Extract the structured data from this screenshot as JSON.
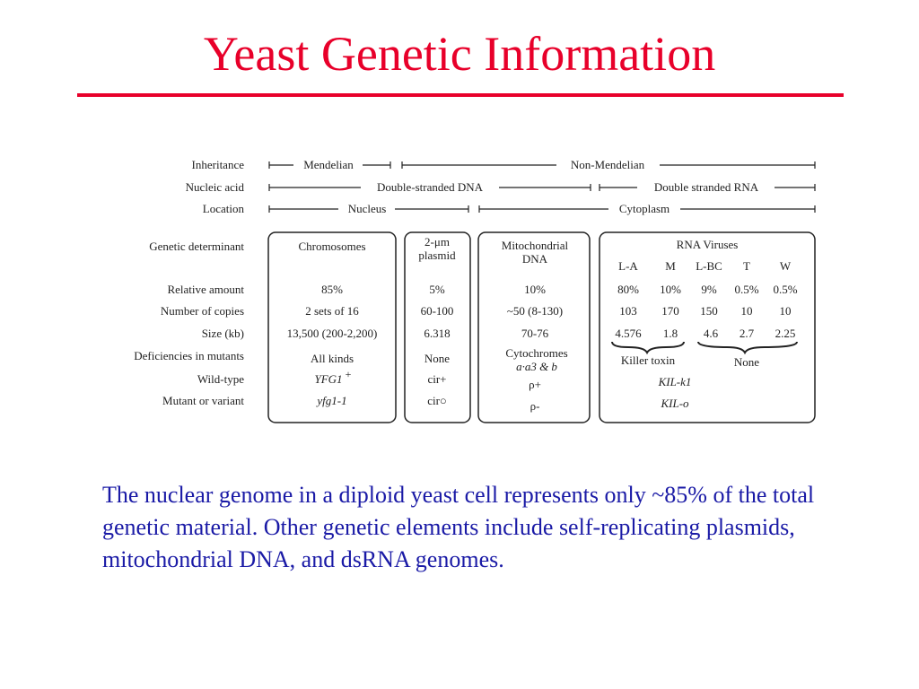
{
  "title": "Yeast Genetic Information",
  "colors": {
    "title": "#e8002a",
    "body": "#1a1aa6"
  },
  "row_labels": {
    "inheritance": "Inheritance",
    "nucleic_acid": "Nucleic acid",
    "location": "Location",
    "genetic_determinant": "Genetic determinant",
    "relative_amount": "Relative amount",
    "number_of_copies": "Number of copies",
    "size": "Size (kb)",
    "deficiencies": "Deficiencies in mutants",
    "wild_type": "Wild-type",
    "mutant": "Mutant or variant"
  },
  "spans": {
    "mendelian": "Mendelian",
    "non_mendelian": "Non-Mendelian",
    "double_stranded_dna": "Double-stranded DNA",
    "double_stranded_rna": "Double stranded RNA",
    "nucleus": "Nucleus",
    "cytoplasm": "Cytoplasm"
  },
  "chromosomes": {
    "header": "Chromosomes",
    "relative_amount": "85%",
    "copies": "2 sets of 16",
    "size": "13,500 (200-2,200)",
    "deficiencies": "All kinds",
    "wild_type": "YFG1",
    "wild_type_sup": "+",
    "mutant": "yfg1-1"
  },
  "plasmid": {
    "header_line1": "2-μm",
    "header_line2": "plasmid",
    "relative_amount": "5%",
    "copies": "60-100",
    "size": "6.318",
    "deficiencies": "None",
    "wild_type": "cir+",
    "mutant": "cir○"
  },
  "mito": {
    "header_line1": "Mitochondrial",
    "header_line2": "DNA",
    "relative_amount": "10%",
    "copies": "~50 (8-130)",
    "size": "70-76",
    "deficiencies_line1": "Cytochromes",
    "deficiencies_line2": "a·a3 & b",
    "wild_type": "ρ+",
    "mutant": "ρ-"
  },
  "rna": {
    "header": "RNA Viruses",
    "columns": [
      "L-A",
      "M",
      "L-BC",
      "T",
      "W"
    ],
    "relative_amount": [
      "80%",
      "10%",
      "9%",
      "0.5%",
      "0.5%"
    ],
    "copies": [
      "103",
      "170",
      "150",
      "10",
      "10"
    ],
    "size": [
      "4.576",
      "1.8",
      "4.6",
      "2.7",
      "2.25"
    ],
    "deficiencies_left": "Killer toxin",
    "deficiencies_right": "None",
    "wild_type": "KIL-k1",
    "mutant": "KIL-o"
  },
  "body_text": "The nuclear genome in a diploid yeast cell represents only ~85% of the total genetic material.  Other genetic elements include self-replicating plasmids, mitochondrial DNA, and dsRNA genomes."
}
